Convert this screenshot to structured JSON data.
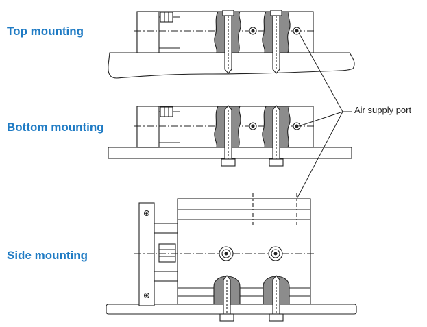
{
  "labels": {
    "top": "Top mounting",
    "bottom": "Bottom mounting",
    "side": "Side mounting",
    "air_port": "Air supply port"
  },
  "colors": {
    "label": "#1f7bc4",
    "line": "#222222",
    "cut_fill": "#8c8c8c",
    "surface_fill": "#eeeeee"
  }
}
